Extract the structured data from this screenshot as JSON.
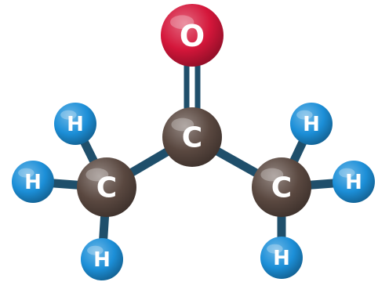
{
  "molecule": {
    "atoms": [
      {
        "id": "O",
        "element": "oxygen",
        "label": "O",
        "color": "#d4163a"
      },
      {
        "id": "C1",
        "element": "carbon",
        "label": "C",
        "color": "#5a4840"
      },
      {
        "id": "C2",
        "element": "carbon",
        "label": "C",
        "color": "#5a4840"
      },
      {
        "id": "C3",
        "element": "carbon",
        "label": "C",
        "color": "#5a4840"
      },
      {
        "id": "H1",
        "element": "hydrogen",
        "label": "H",
        "color": "#1c8fd8"
      },
      {
        "id": "H2",
        "element": "hydrogen",
        "label": "H",
        "color": "#1c8fd8"
      },
      {
        "id": "H3",
        "element": "hydrogen",
        "label": "H",
        "color": "#1c8fd8"
      },
      {
        "id": "H4",
        "element": "hydrogen",
        "label": "H",
        "color": "#1c8fd8"
      },
      {
        "id": "H5",
        "element": "hydrogen",
        "label": "H",
        "color": "#1c8fd8"
      },
      {
        "id": "H6",
        "element": "hydrogen",
        "label": "H",
        "color": "#1c8fd8"
      }
    ],
    "bonds": [
      {
        "from": "C1",
        "to": "O",
        "order": 2
      },
      {
        "from": "C1",
        "to": "C2",
        "order": 1
      },
      {
        "from": "C1",
        "to": "C3",
        "order": 1
      },
      {
        "from": "C2",
        "to": "H1",
        "order": 1
      },
      {
        "from": "C2",
        "to": "H2",
        "order": 1
      },
      {
        "from": "C2",
        "to": "H3",
        "order": 1
      },
      {
        "from": "C3",
        "to": "H4",
        "order": 1
      },
      {
        "from": "C3",
        "to": "H5",
        "order": 1
      },
      {
        "from": "C3",
        "to": "H6",
        "order": 1
      }
    ],
    "bond_color": "#1f4f6b"
  }
}
